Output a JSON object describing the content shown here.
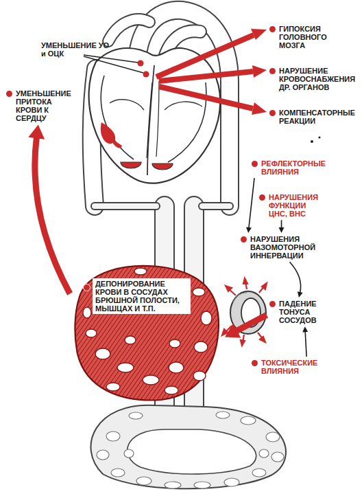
{
  "diagram": {
    "nodes": [
      {
        "text": [
          "УМЕНЬШЕНИЕ УО и ОЦК"
        ]
      },
      {
        "text": [
          "ГИПОКСИЯ ГОЛОВНОГО МОЗГА"
        ]
      },
      {
        "text": [
          "НАРУШЕНИЕ КРОВОСНАБЖЕНИЯ ДР. ОРГАНОВ"
        ]
      },
      {
        "text": [
          "КОМПЕНСАТОРНЫЕ РЕАКЦИИ"
        ]
      },
      {
        "text": [
          "УМЕНЬШЕНИЕ ПРИТОКА КРОВИ К СЕРДЦУ"
        ]
      },
      {
        "text": [
          "РЕФЛЕКТОРНЫЕ ВЛИЯНИЯ"
        ]
      },
      {
        "text": [
          "НАРУШЕНИЯ ФУНКЦИИ ЦНС, ВНС"
        ]
      },
      {
        "text": [
          "НАРУШЕНИЯ ВАЗОМОТОРНОЙ ИННЕРВАЦИИ"
        ]
      },
      {
        "text": [
          "ПАДЕНИЕ ТОНУСА СОСУДОВ"
        ]
      },
      {
        "text": [
          "ТОКСИЧЕСКИЕ ВЛИЯНИЯ"
        ]
      },
      {
        "text": [
          "ДЕПОНИРОВАНИЕ КРОВИ В СОСУДАХ БРЮШНОЙ ПОЛОСТИ, МЫШЦАХ И Т.П."
        ]
      }
    ],
    "edges": [
      {
        "from": 10,
        "to": 4,
        "arrow": "to"
      },
      {
        "from": 8,
        "to": 10,
        "arrow": "to"
      },
      {
        "from": 5,
        "to": 7,
        "arrow": "to"
      },
      {
        "from": 6,
        "to": 7,
        "arrow": "to"
      },
      {
        "from": 7,
        "to": 8,
        "arrow": "to"
      },
      {
        "from": 9,
        "to": 8,
        "arrow": "to"
      }
    ]
  }
}
